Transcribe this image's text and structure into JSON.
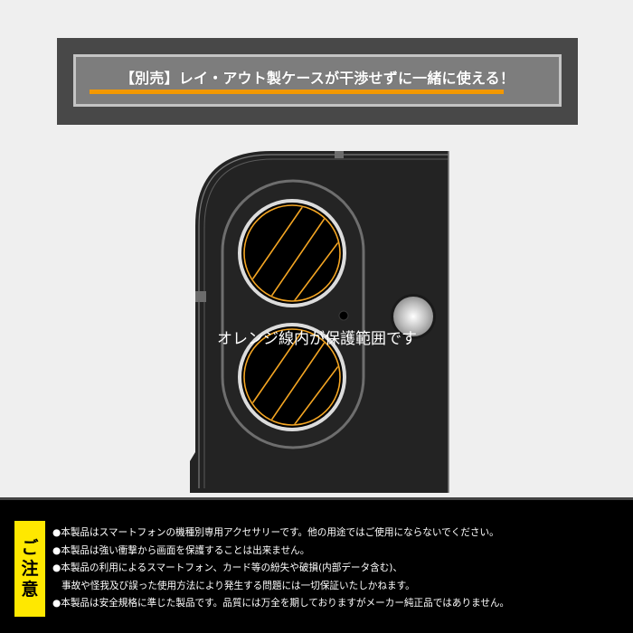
{
  "banner": {
    "title": "【別売】レイ・アウト製ケースが干渉せずに一緒に使える！",
    "underline_color": "#f39800",
    "outer_color": "#484848",
    "inner_color": "#7d7d7d"
  },
  "illustration": {
    "device": "smartphone-rear-camera",
    "lens_count": 2,
    "protection_outline_color": "#f5a623",
    "caption": "オレンジ線内が保護範囲です"
  },
  "caution": {
    "label_chars": [
      "ご",
      "注",
      "意"
    ],
    "label_color": "#ffe800",
    "items": [
      "●本製品はスマートフォンの機種別専用アクセサリーです。他の用途ではご使用にならないでください。",
      "●本製品は強い衝撃から画面を保護することは出来ません。",
      "●本製品の利用によるスマートフォン、カード等の紛失や破損(内部データ含む)、",
      "事故や怪我及び誤った使用方法により発生する問題には一切保証いたしかねます。",
      "●本製品は安全規格に準じた製品です。品質には万全を期しておりますがメーカー純正品ではありません。"
    ]
  }
}
